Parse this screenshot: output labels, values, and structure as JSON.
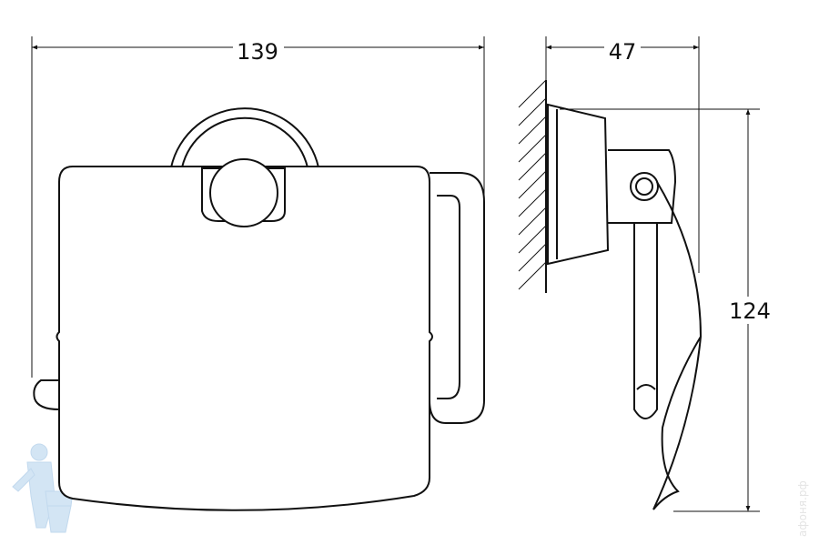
{
  "drawing": {
    "dimensions": {
      "width": "139",
      "depth": "47",
      "height": "124"
    },
    "watermark": "афоня.рф",
    "colors": {
      "line": "#111111",
      "mascot": "#cfe3f3"
    }
  }
}
